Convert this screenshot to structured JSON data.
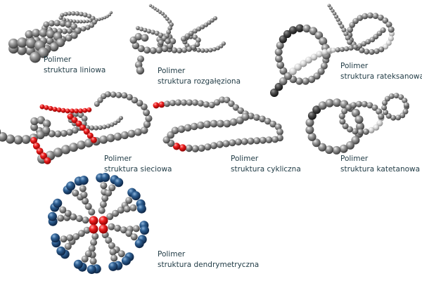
{
  "colors": {
    "bead_gray": "#7c7c7c",
    "bead_dark": "#3c3c3c",
    "bead_light": "#cfcfcf",
    "crosslink_red": "#e21a1a",
    "dendrimer_blue": "#234f7e",
    "label_text": "#1f3a44"
  },
  "structures": [
    {
      "id": "linear",
      "line1": "Polimer",
      "line2": "struktura liniowa"
    },
    {
      "id": "branched",
      "line1": "Polimer",
      "line2": "struktura rozgałęziona"
    },
    {
      "id": "rotaxane",
      "line1": "Polimer",
      "line2": "struktura rateksanowa"
    },
    {
      "id": "network",
      "line1": "Polimer",
      "line2": "struktura sieciowa"
    },
    {
      "id": "cyclic",
      "line1": "Polimer",
      "line2": "struktura cykliczna"
    },
    {
      "id": "catenane",
      "line1": "Polimer",
      "line2": "struktura katetanowa"
    },
    {
      "id": "dendrimer",
      "line1": "Polimer",
      "line2": "struktura dendrymetryczna"
    }
  ]
}
